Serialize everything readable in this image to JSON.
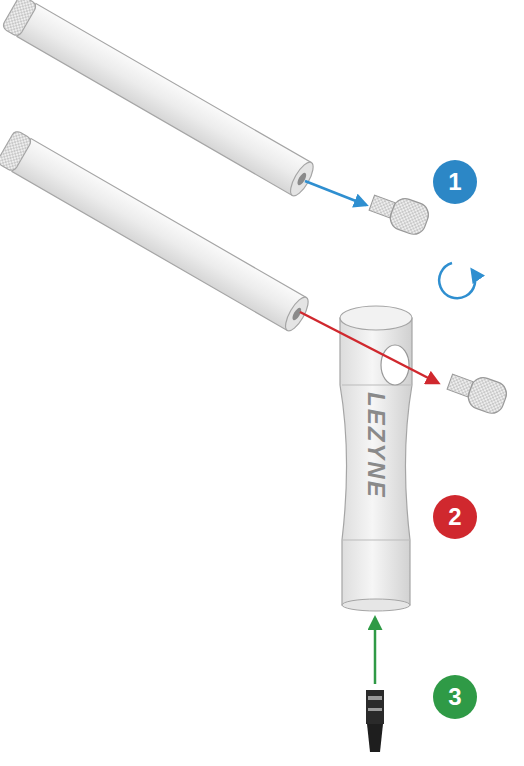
{
  "diagram": {
    "labels": [
      "1",
      "2",
      "3",
      "LEZYNE"
    ]
  }
}
